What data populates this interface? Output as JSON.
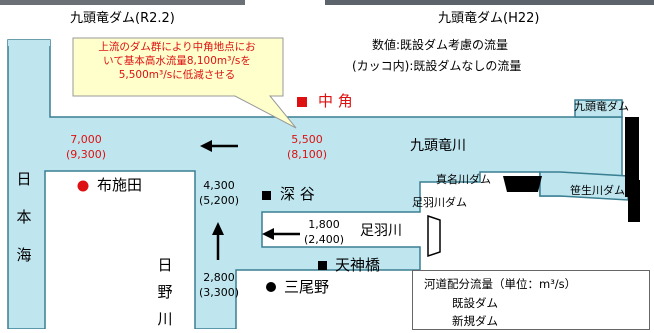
{
  "titles": {
    "left": "九頭竜ダム(R2.2)",
    "right": "九頭竜ダム(H22)"
  },
  "legend_notes": {
    "numbers": "数値:既設ダム考慮の流量",
    "parens": "(カッコ内):既設ダムなしの流量"
  },
  "callout": {
    "line1": "上流のダム群により中角地点にお",
    "line2": "いて基本高水流量8,100m³/sを",
    "line3": "5,500m³/sに低減させる"
  },
  "points": {
    "nakatsuno": "中 角",
    "fuseda": "布施田",
    "fukaya": "深 谷",
    "tenjinbashi": "天神橋",
    "mionoya": "三尾野"
  },
  "rivers": {
    "kuzuryu": "九頭竜川",
    "asuwa": "足羽川",
    "hino": [
      "日",
      "野",
      "川"
    ]
  },
  "sea": [
    "日",
    "本",
    "海"
  ],
  "dams": {
    "kuzuryu": "九頭竜ダム",
    "manago": "真名川ダム",
    "sasou": "笹生川ダム",
    "asuwa": "足羽川ダム"
  },
  "flows": {
    "mouth": {
      "with_dam": "7,000",
      "no_dam": "(9,300)"
    },
    "nakatsuno": {
      "with_dam": "5,500",
      "no_dam": "(8,100)"
    },
    "hino_upper": {
      "with_dam": "4,300",
      "no_dam": "(5,200)"
    },
    "asuwa": {
      "with_dam": "1,800",
      "no_dam": "(2,400)"
    },
    "hino_lower": {
      "with_dam": "2,800",
      "no_dam": "(3,300)"
    }
  },
  "legend": {
    "title": "河道配分流量（単位：m³/s）",
    "existing": "既設ダム",
    "new": "新規ダム"
  },
  "colors": {
    "water": "#bfe6ef",
    "accent_red": "#dd1111",
    "callout_bg": "#ffffcc"
  }
}
